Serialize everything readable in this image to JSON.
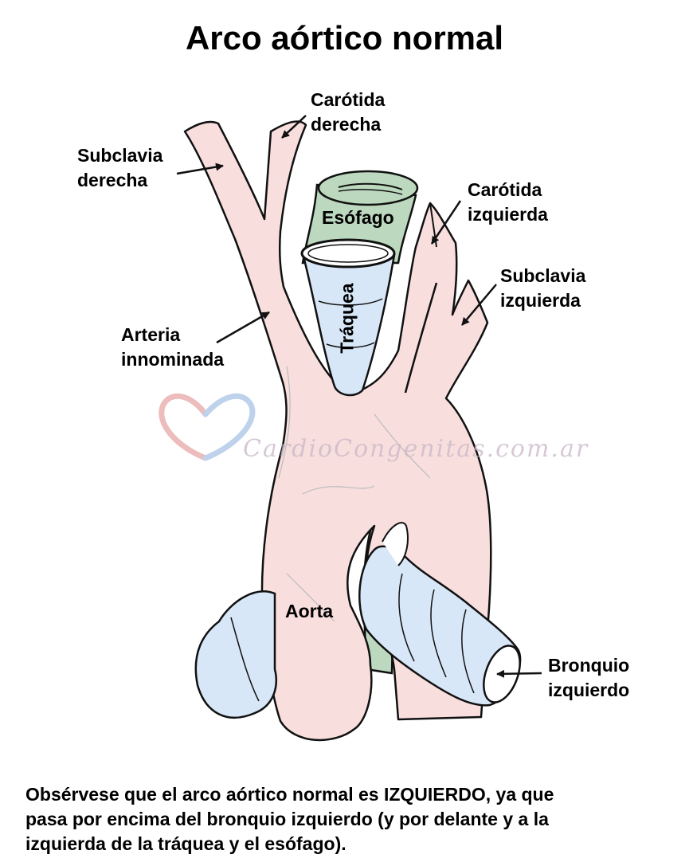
{
  "title": "Arco aórtico normal",
  "labels": {
    "carotida_derecha": [
      "Carótida",
      "derecha"
    ],
    "subclavia_derecha": [
      "Subclavia",
      "derecha"
    ],
    "carotida_izquierda": [
      "Carótida",
      "izquierda"
    ],
    "subclavia_izquierda": [
      "Subclavia",
      "izquierda"
    ],
    "arteria_innominada": [
      "Arteria",
      "innominada"
    ],
    "bronquio_izquierdo": [
      "Bronquio",
      "izquierdo"
    ],
    "esofago": "Esófago",
    "traquea": "Tráquea",
    "aorta": "Aorta"
  },
  "watermark": "CardioCongenitas.com.ar",
  "caption": [
    "Obsérvese que el arco aórtico normal es IZQUIERDO, ya que",
    "pasa por encima del bronquio izquierdo (y por delante y a la",
    "izquierda de la tráquea y el esófago)."
  ],
  "colors": {
    "artery": "#f9dede",
    "trachea": "#d8e7f7",
    "esophagus": "#bcd9bf",
    "outline": "#111111",
    "logo_left": "#e7a6a6",
    "logo_right": "#a9c3e6"
  }
}
